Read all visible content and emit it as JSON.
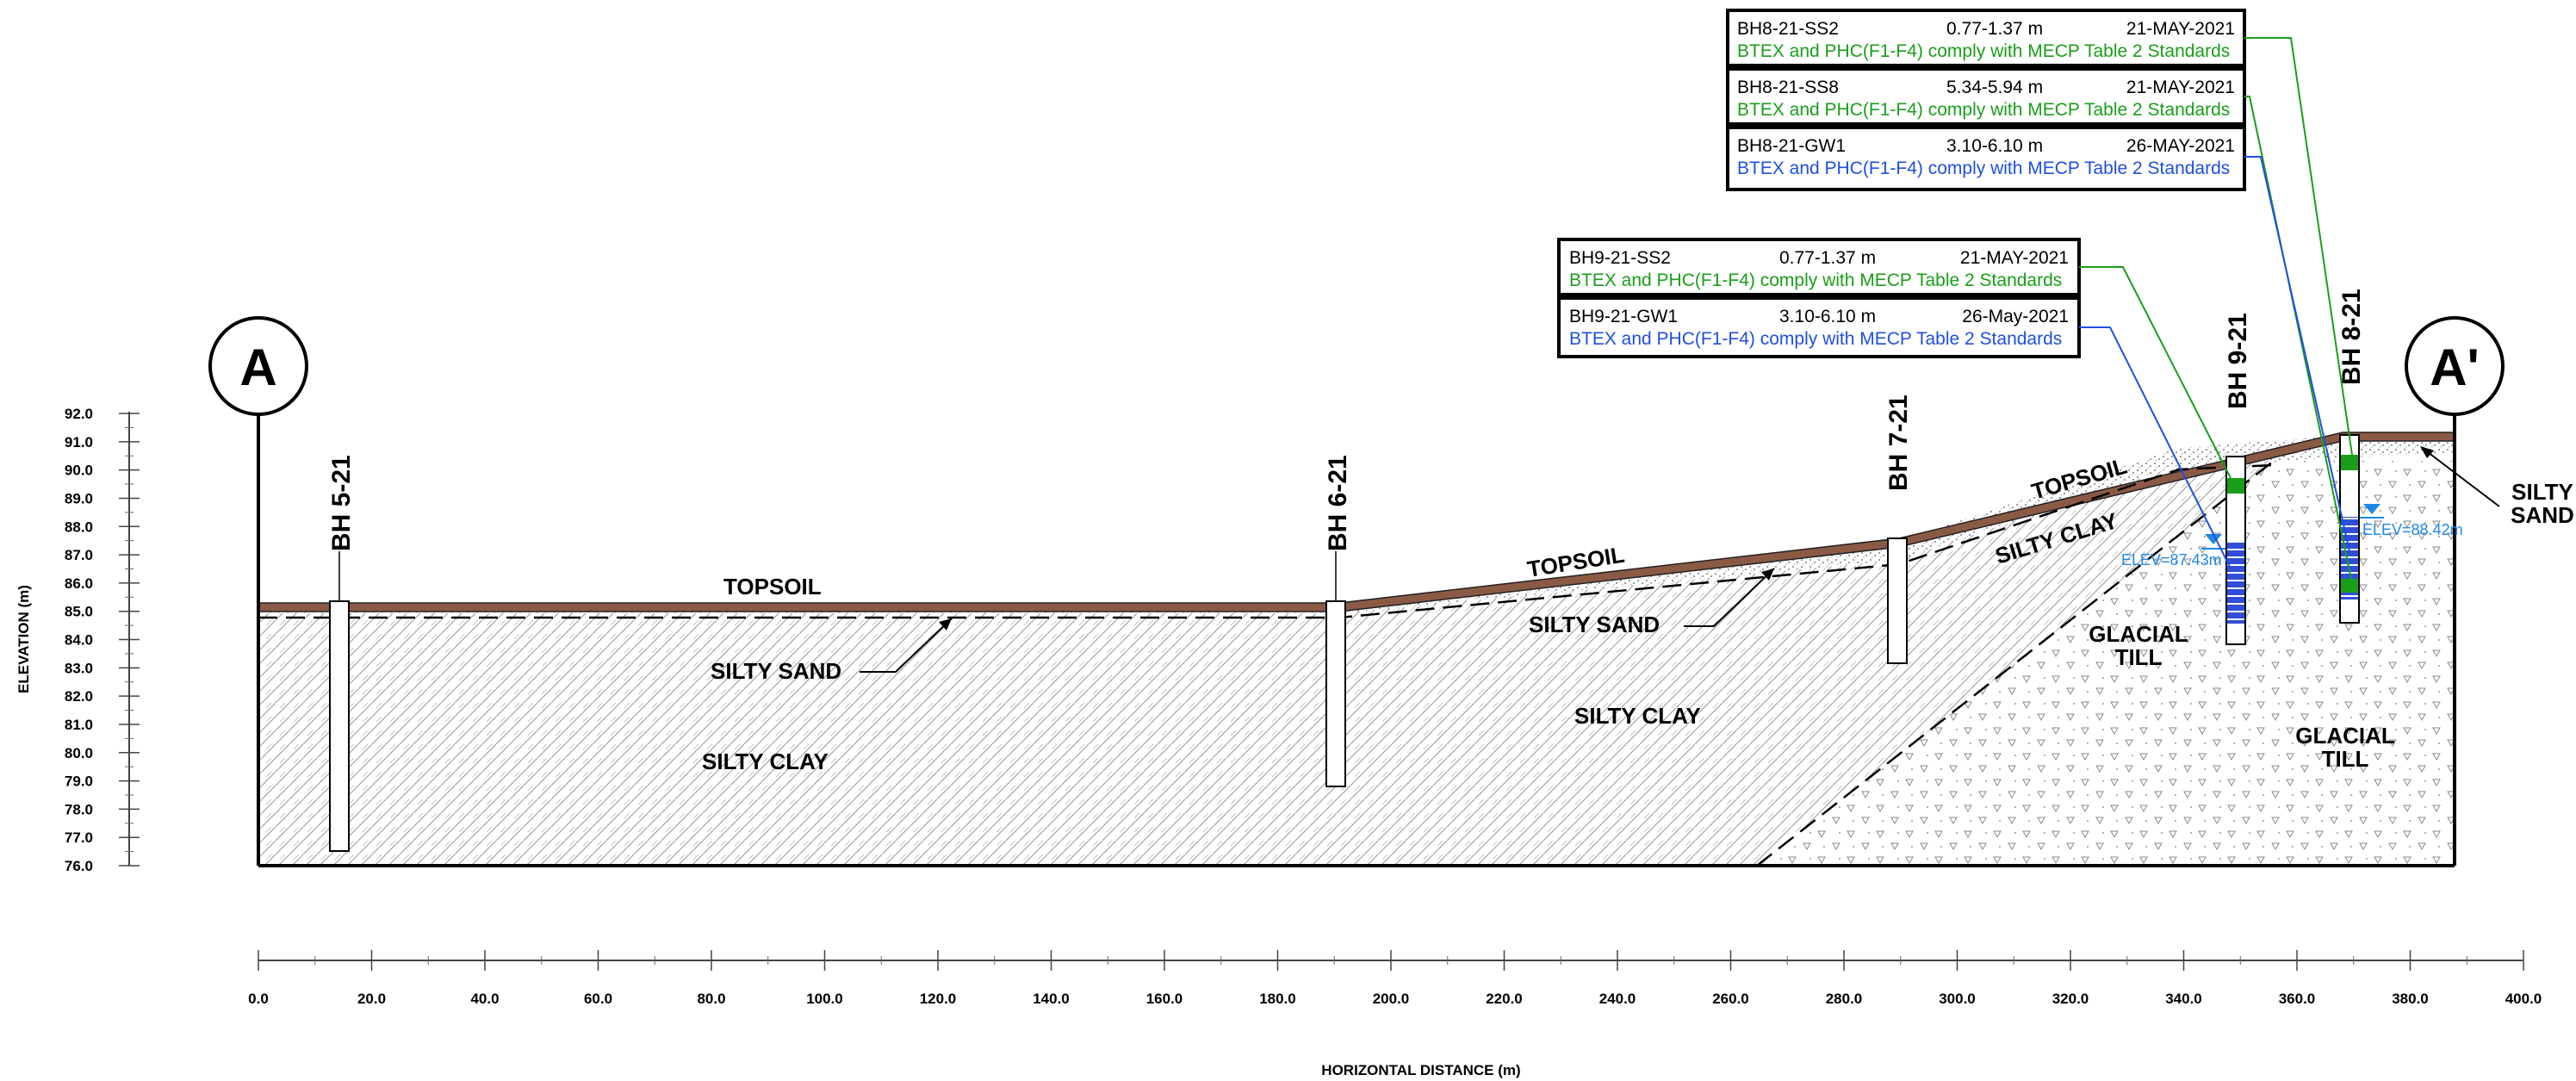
{
  "axes": {
    "y_label": "ELEVATION (m)",
    "x_label": "HORIZONTAL DISTANCE (m)",
    "y_ticks": [
      "92.0",
      "91.0",
      "90.0",
      "89.0",
      "88.0",
      "87.0",
      "86.0",
      "85.0",
      "84.0",
      "83.0",
      "82.0",
      "81.0",
      "80.0",
      "79.0",
      "78.0",
      "77.0",
      "76.0"
    ],
    "x_ticks": [
      "0.0",
      "20.0",
      "40.0",
      "60.0",
      "80.0",
      "100.0",
      "120.0",
      "140.0",
      "160.0",
      "180.0",
      "200.0",
      "220.0",
      "240.0",
      "260.0",
      "280.0",
      "300.0",
      "320.0",
      "340.0",
      "360.0",
      "380.0",
      "400.0"
    ]
  },
  "section": {
    "start": "A",
    "end": "A'"
  },
  "boreholes": [
    {
      "name": "BH 5-21"
    },
    {
      "name": "BH 6-21"
    },
    {
      "name": "BH 7-21"
    },
    {
      "name": "BH 9-21"
    },
    {
      "name": "BH 8-21"
    }
  ],
  "layers": {
    "topsoil": "TOPSOIL",
    "silty_sand": "SILTY SAND",
    "silty_sand_split": [
      "SILTY",
      "SAND"
    ],
    "silty_clay": "SILTY CLAY",
    "glacial_till": [
      "GLACIAL",
      "TILL"
    ]
  },
  "water_levels": [
    {
      "label": "ELEV=87.43m"
    },
    {
      "label": "ELEV=88.42m"
    }
  ],
  "sample_boxes": [
    {
      "id": "BH8-21-SS2",
      "depth": "0.77-1.37 m",
      "date": "21-MAY-2021",
      "note": "BTEX and PHC(F1-F4) comply with MECP Table 2 Standards",
      "color": "#1a9e1a"
    },
    {
      "id": "BH8-21-SS8",
      "depth": "5.34-5.94 m",
      "date": "21-MAY-2021",
      "note": "BTEX and PHC(F1-F4) comply with MECP Table 2 Standards",
      "color": "#1a9e1a"
    },
    {
      "id": "BH8-21-GW1",
      "depth": "3.10-6.10 m",
      "date": "26-MAY-2021",
      "note": "BTEX and PHC(F1-F4) comply with MECP Table 2 Standards",
      "color": "#1f4fe0"
    },
    {
      "id": "BH9-21-SS2",
      "depth": "0.77-1.37 m",
      "date": "21-MAY-2021",
      "note": "BTEX and PHC(F1-F4) comply with MECP Table 2 Standards",
      "color": "#1a9e1a"
    },
    {
      "id": "BH9-21-GW1",
      "depth": "3.10-6.10 m",
      "date": "26-May-2021",
      "note": "BTEX and PHC(F1-F4) comply with MECP Table 2 Standards",
      "color": "#1f4fe0"
    }
  ],
  "colors": {
    "topsoil": "#8b5a45",
    "sample_green": "#1a9e1a",
    "screen_blue": "#2f4fd8",
    "water": "#1e88e5"
  }
}
